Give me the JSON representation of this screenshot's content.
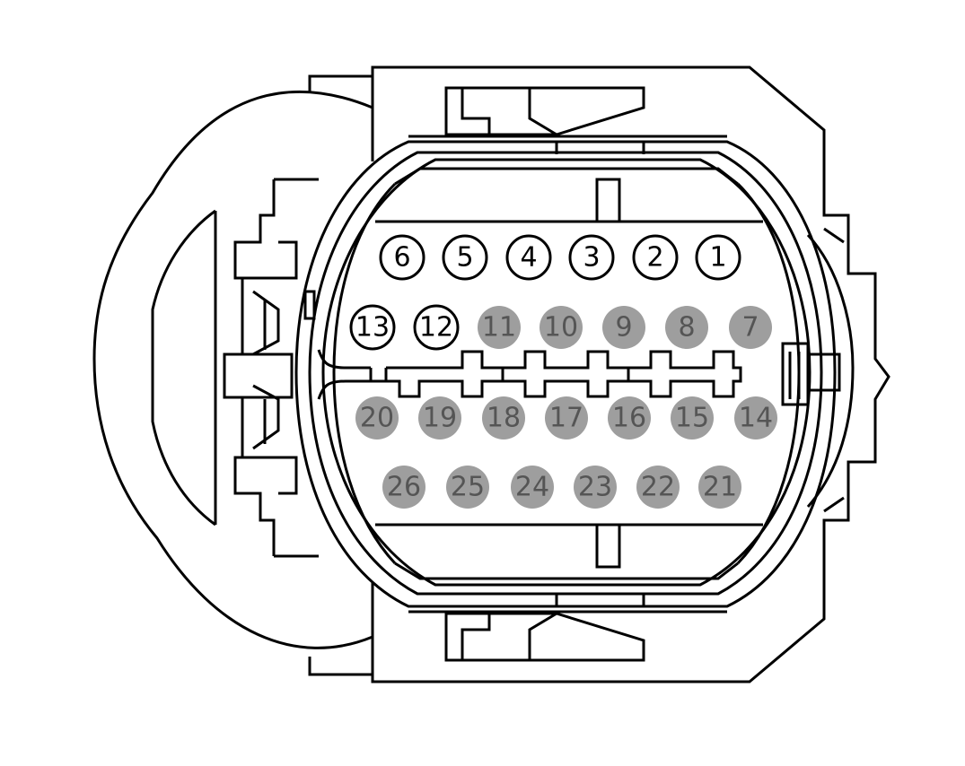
{
  "connector": {
    "pins": [
      {
        "label": "1",
        "state": "open"
      },
      {
        "label": "2",
        "state": "open"
      },
      {
        "label": "3",
        "state": "open"
      },
      {
        "label": "4",
        "state": "open"
      },
      {
        "label": "5",
        "state": "open"
      },
      {
        "label": "6",
        "state": "open"
      },
      {
        "label": "7",
        "state": "filled"
      },
      {
        "label": "8",
        "state": "filled"
      },
      {
        "label": "9",
        "state": "filled"
      },
      {
        "label": "10",
        "state": "filled"
      },
      {
        "label": "11",
        "state": "filled"
      },
      {
        "label": "12",
        "state": "open"
      },
      {
        "label": "13",
        "state": "open"
      },
      {
        "label": "14",
        "state": "filled"
      },
      {
        "label": "15",
        "state": "filled"
      },
      {
        "label": "16",
        "state": "filled"
      },
      {
        "label": "17",
        "state": "filled"
      },
      {
        "label": "18",
        "state": "filled"
      },
      {
        "label": "19",
        "state": "filled"
      },
      {
        "label": "20",
        "state": "filled"
      },
      {
        "label": "21",
        "state": "filled"
      },
      {
        "label": "22",
        "state": "filled"
      },
      {
        "label": "23",
        "state": "filled"
      },
      {
        "label": "24",
        "state": "filled"
      },
      {
        "label": "25",
        "state": "filled"
      },
      {
        "label": "26",
        "state": "filled"
      }
    ]
  },
  "colors": {
    "outline": "#000000",
    "filled_pin": "#9e9e9e",
    "filled_pin_text": "#555555",
    "open_pin": "#ffffff",
    "open_pin_text": "#000000"
  }
}
